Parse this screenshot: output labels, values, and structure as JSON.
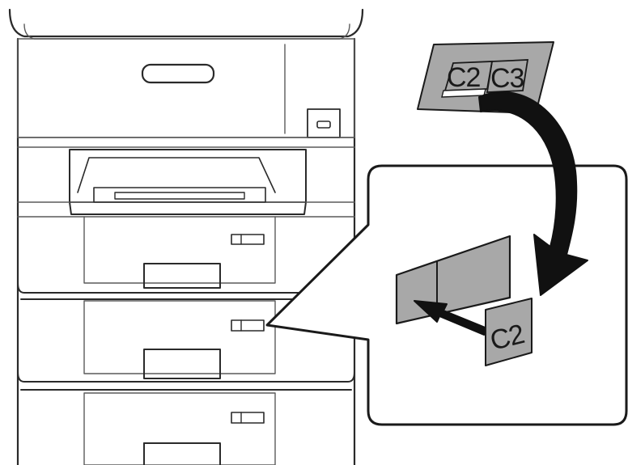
{
  "labels": {
    "sheet_c2": "C2",
    "sheet_c3": "C3",
    "single_c2": "C2"
  },
  "colors": {
    "stroke": "#2a2a2a",
    "line_light": "#5a5a5a",
    "label_fill": "#a8a8a8",
    "arrow": "#111111",
    "background": "#ffffff"
  },
  "icons": {
    "curved_arrow": "curved-arrow-icon",
    "straight_arrow": "arrow-right-icon"
  }
}
